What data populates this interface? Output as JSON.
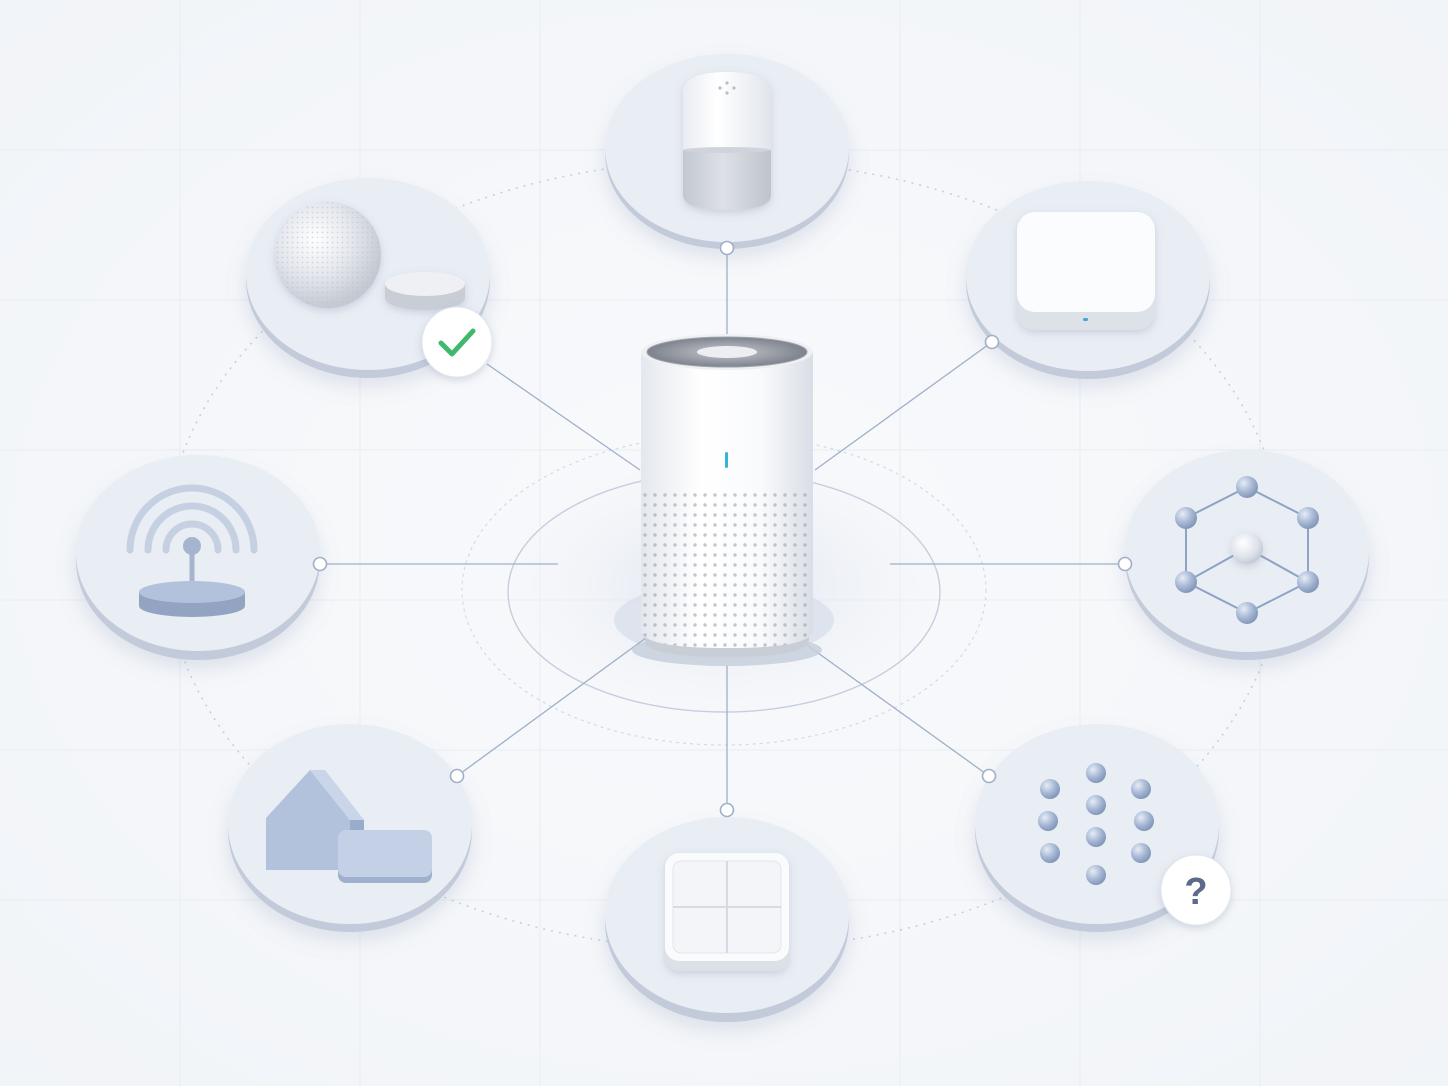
{
  "colors": {
    "background": "#f4f6fa",
    "node_fill": "#e8ecf3",
    "node_rim": "#c3cbdb",
    "connector": "#9fb0c8",
    "ring": "#c9d3e2",
    "device_blue": "#b3c2dc",
    "status_ok": "#3fb86d",
    "status_unknown": "#5a6c89",
    "purifier_led": "#35b4d6"
  },
  "hub": {
    "device": "air-purifier",
    "icons": [
      "fan-grille-icon",
      "status-led-icon",
      "perforated-mesh-icon"
    ]
  },
  "nodes": [
    {
      "id": "smart-speaker",
      "icon": "smart-speaker-icon",
      "status": null
    },
    {
      "id": "zigbee-hub",
      "icon": "hub-box-icon",
      "status": null
    },
    {
      "id": "mesh-network",
      "icon": "mesh-network-icon",
      "status": null
    },
    {
      "id": "matter-devices",
      "icon": "dot-grid-icon",
      "status": {
        "icon": "question-mark-icon",
        "text": "?"
      }
    },
    {
      "id": "wall-switch",
      "icon": "wall-switch-icon",
      "status": null
    },
    {
      "id": "home-devices",
      "icon": "house-icon",
      "status": null
    },
    {
      "id": "wifi-router",
      "icon": "wifi-router-icon",
      "status": null
    },
    {
      "id": "sphere-speaker",
      "icon": "sphere-speaker-icon",
      "status": {
        "icon": "checkmark-icon",
        "text": ""
      }
    }
  ]
}
